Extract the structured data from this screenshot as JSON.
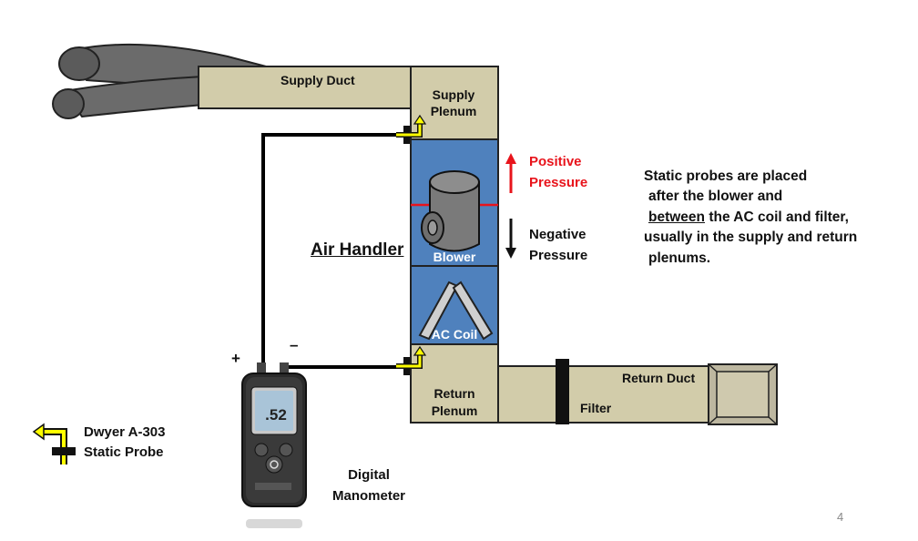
{
  "labels": {
    "supply_duct": "Supply Duct",
    "supply_plenum_1": "Supply",
    "supply_plenum_2": "Plenum",
    "positive_1": "Positive",
    "positive_2": "Pressure",
    "negative_1": "Negative",
    "negative_2": "Pressure",
    "air_handler": "Air Handler",
    "blower": "Blower",
    "ac_coil": "AC Coil",
    "return_plenum_1": "Return",
    "return_plenum_2": "Plenum",
    "filter": "Filter",
    "return_duct": "Return Duct",
    "probe_1": "Dwyer A-303",
    "probe_2": "Static Probe",
    "manometer_1": "Digital",
    "manometer_2": "Manometer",
    "plus": "+",
    "minus": "–",
    "reading": ".52",
    "page_number": "4"
  },
  "note": {
    "line1": "Static probes are placed",
    "line2": "after the blower and",
    "line3_u": "between",
    "line3_rest": " the AC coil and filter,",
    "line4": "usually in the supply and return",
    "line5": "plenums."
  },
  "colors": {
    "duct": "#d2ccaa",
    "cabinet": "#4f81bd",
    "positive_arrow": "#e8141c",
    "probe": "#ffff00",
    "tube": "#000000"
  }
}
